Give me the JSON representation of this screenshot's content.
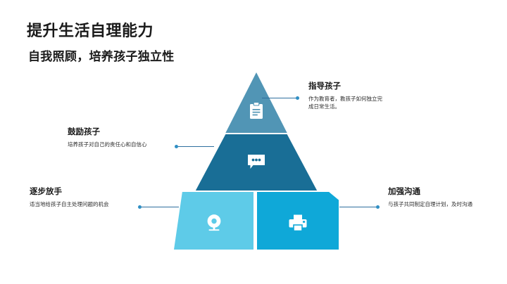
{
  "slide": {
    "title": "提升生活自理能力",
    "subtitle": "自我照顾，培养孩子独立性",
    "background": "#ffffff"
  },
  "pyramid": {
    "levels": [
      {
        "id": "top",
        "color": "#5195b5",
        "icon": "clipboard-icon",
        "callout_title": "指导孩子",
        "callout_desc": "作为教育者，教孩子如何独立完成日常生活。",
        "callout_side": "right"
      },
      {
        "id": "middle",
        "color": "#196e96",
        "icon": "chat-bubble-icon",
        "callout_title": "鼓励孩子",
        "callout_desc": "培养孩子对自己的责任心和自信心",
        "callout_side": "left"
      },
      {
        "id": "bottom-left",
        "color": "#5ecbe8",
        "icon": "webcam-icon",
        "callout_title": "逐步放手",
        "callout_desc": "适当地给孩子自主处理问题的机会",
        "callout_side": "left"
      },
      {
        "id": "bottom-right",
        "color": "#0fa8d8",
        "icon": "printer-icon",
        "callout_title": "加强沟通",
        "callout_desc": "与孩子共同制定自理计划，及时沟通",
        "callout_side": "right"
      }
    ]
  },
  "connectors": {
    "line_color": "#2e6f9e",
    "dot_color": "#2f8fc4"
  }
}
